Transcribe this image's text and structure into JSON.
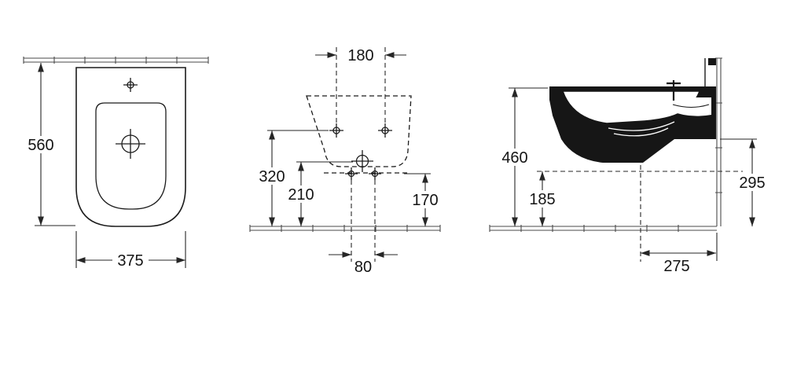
{
  "canvas": {
    "background": "#ffffff",
    "line_color": "#1c1c1c",
    "dimension_color": "#262626",
    "surface_color": "#4a4a4a"
  },
  "views": {
    "plan": {
      "dim_height": "560",
      "dim_width": "375"
    },
    "front": {
      "dim_top": "180",
      "dim_left_outer": "320",
      "dim_left_inner": "210",
      "dim_right": "170",
      "dim_bottom": "80"
    },
    "side": {
      "dim_left_outer": "460",
      "dim_left_inner": "185",
      "dim_right": "295",
      "dim_bottom": "275"
    }
  }
}
